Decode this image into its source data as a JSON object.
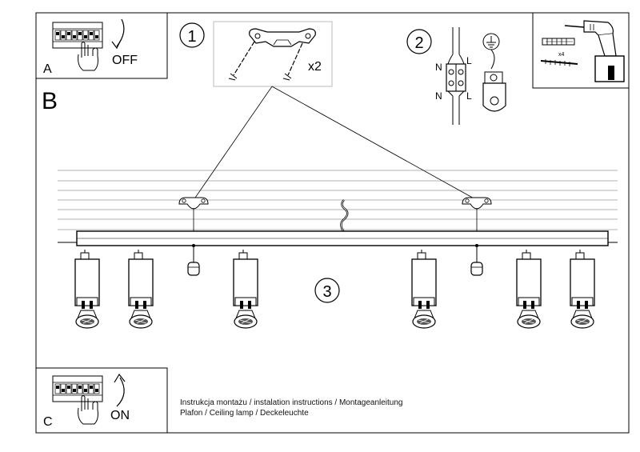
{
  "panels": {
    "a": {
      "label": "A",
      "action": "OFF"
    },
    "b": {
      "label": "B"
    },
    "c": {
      "label": "C",
      "action": "ON"
    }
  },
  "steps": [
    "1",
    "2",
    "3"
  ],
  "bracket_qty": "x2",
  "wiring": {
    "n": "N",
    "l": "L"
  },
  "screws_qty": "x4",
  "captions": {
    "line1": "Instrukcja montażu / instalation instructions / Montageanleitung",
    "line2": "Plafon / Ceiling lamp / Deckeleuchte"
  },
  "spot_count": 6,
  "colors": {
    "ink": "#000000",
    "ceiling_lines": "#9a9a9a",
    "paper": "#ffffff"
  }
}
